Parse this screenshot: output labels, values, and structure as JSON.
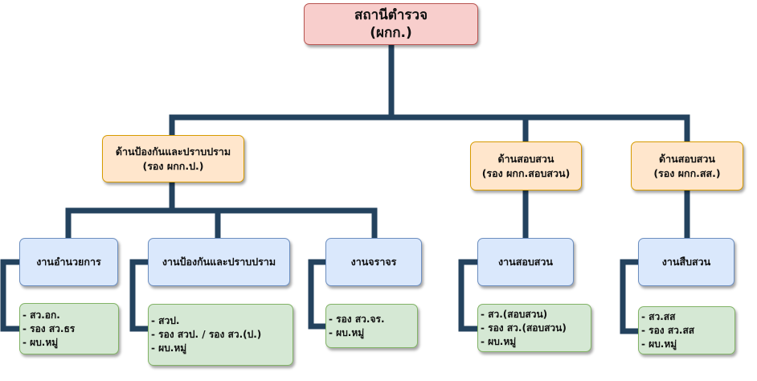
{
  "colors": {
    "connector": "#23425e",
    "root_fill": "#f8cecc",
    "division_fill": "#ffe6cc",
    "unit_fill": "#dae8fc",
    "staff_fill": "#d5e8d4"
  },
  "root": {
    "lines": [
      "สถานีตำรวจ",
      "(ผกก.)"
    ]
  },
  "divisions": [
    {
      "lines": [
        "ด้านป้องกันและปราบปราม",
        "(รอง ผกก.ป.)"
      ]
    },
    {
      "lines": [
        "ด้านสอบสวน",
        "(รอง ผกก.สอบสวน)"
      ]
    },
    {
      "lines": [
        "ด้านสอบสวน",
        "(รอง ผกก.สส.)"
      ]
    }
  ],
  "units": [
    {
      "label": "งานอำนวยการ",
      "staff": [
        "- สว.อก.",
        "- รอง สว.ธร",
        "- ผบ.หมู่"
      ]
    },
    {
      "label": "งานป้องกันและปราบปราม",
      "staff": [
        "- สวป.",
        "- รอง สวป. / รอง สว.(ป.)",
        "- ผบ.หมู่"
      ]
    },
    {
      "label": "งานจราจร",
      "staff": [
        "- รอง สว.จร.",
        "- ผบ.หมู่"
      ]
    },
    {
      "label": "งานสอบสวน",
      "staff": [
        "- สว.(สอบสวน)",
        "- รอง สว.(สอบสวน)",
        "- ผบ.หมู่"
      ]
    },
    {
      "label": "งานสืบสวน",
      "staff": [
        "- สว.สส",
        "- รอง สว.สส",
        "- ผบ.หมู่"
      ]
    }
  ]
}
